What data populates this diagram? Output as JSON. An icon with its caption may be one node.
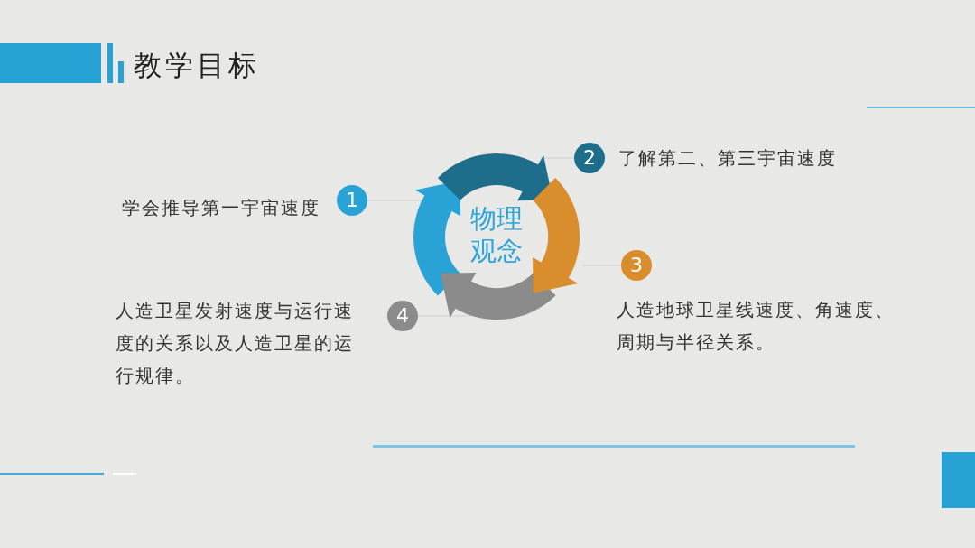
{
  "diagram": {
    "title": "教学目标",
    "nodes": [
      {
        "text": [
          "物理观念"
        ]
      },
      {
        "text": [],
        "shape": "arrow"
      },
      {
        "text": [],
        "shape": "arrow"
      },
      {
        "text": [],
        "shape": "arrow"
      },
      {
        "text": [],
        "shape": "arrow"
      },
      {
        "text": [
          "1"
        ],
        "beside": [
          "学会推导第一宇宙速度"
        ]
      },
      {
        "text": [
          "2"
        ],
        "beside": [
          "了解第二、第三宇宙速度"
        ]
      },
      {
        "text": [
          "3"
        ],
        "beside": [
          "人造地球卫星线速度、角速度、周期与半径关系。"
        ]
      },
      {
        "text": [
          "4"
        ],
        "beside": [
          "人造卫星发射速度与运行速度的关系以及人造卫星的运行规律。"
        ]
      }
    ],
    "edges": [
      {
        "from": 5,
        "to": 1,
        "arrow": "none"
      },
      {
        "from": 6,
        "to": 2,
        "arrow": "none"
      },
      {
        "from": 7,
        "to": 4,
        "arrow": "none"
      },
      {
        "from": 8,
        "to": 3,
        "arrow": "none"
      }
    ]
  }
}
